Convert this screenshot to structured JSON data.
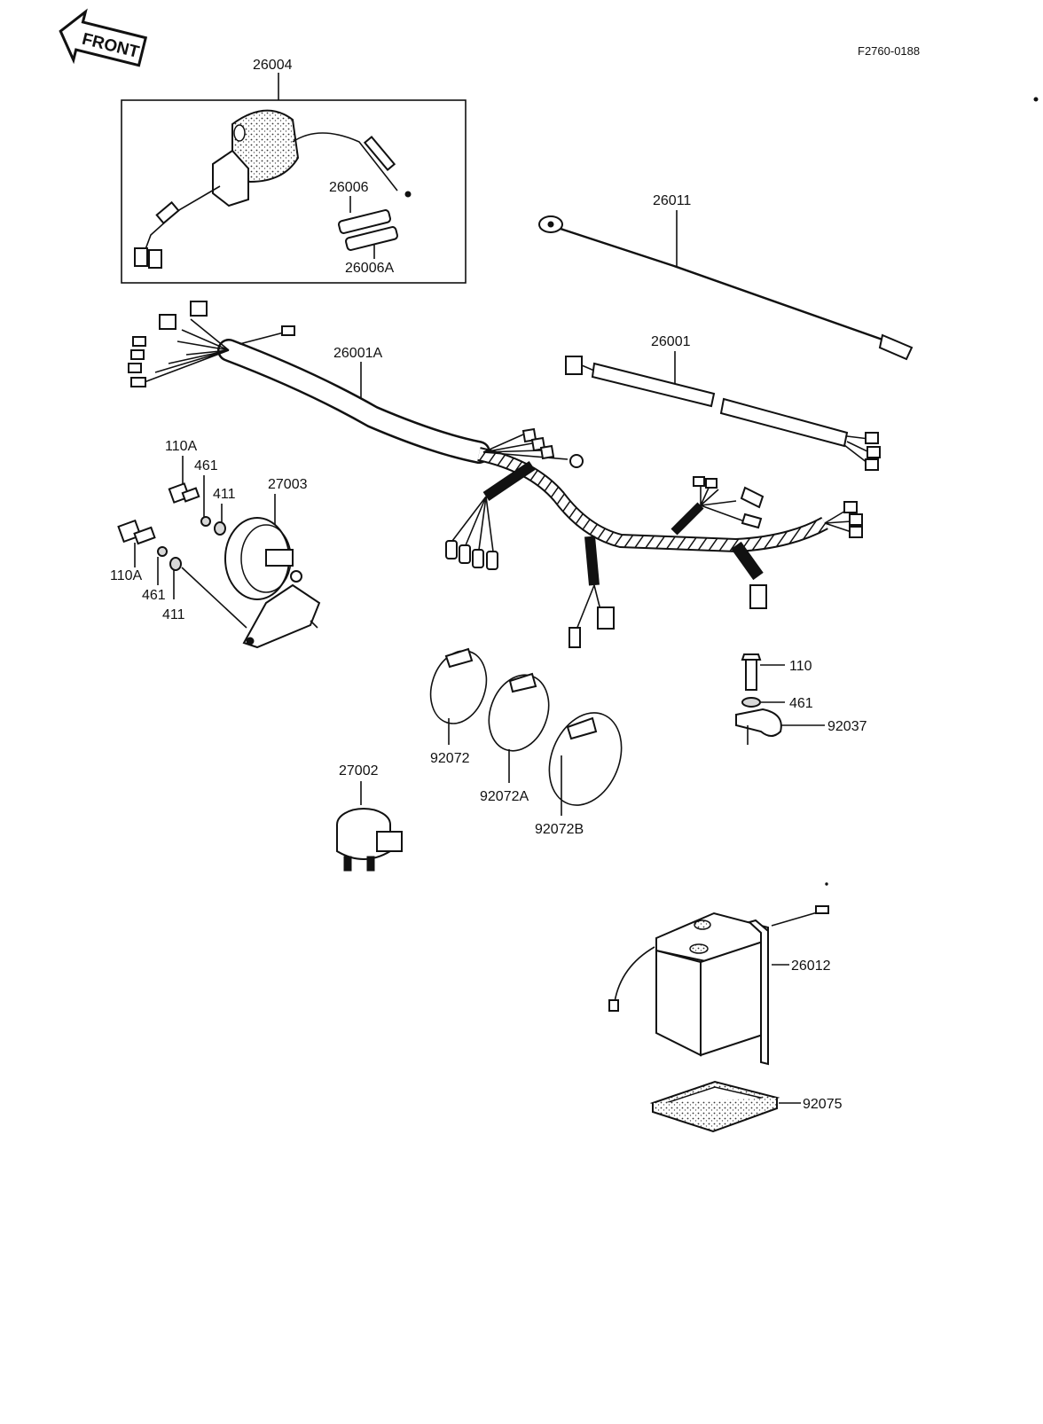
{
  "diagram": {
    "reference_code": "F2760-0188",
    "front_indicator": "FRONT",
    "callouts": {
      "c26004": "26004",
      "c26006": "26006",
      "c26006A": "26006A",
      "c26011": "26011",
      "c26001A": "26001A",
      "c26001": "26001",
      "c110A_top": "110A",
      "c461_top": "461",
      "c411_top": "411",
      "c27003": "27003",
      "c110A_bottom": "110A",
      "c461_bottom": "461",
      "c411_bottom": "411",
      "c110": "110",
      "c461_right": "461",
      "c92037": "92037",
      "c92072": "92072",
      "c92072A": "92072A",
      "c92072B": "92072B",
      "c27002": "27002",
      "c26012": "26012",
      "c92075": "92075"
    }
  }
}
